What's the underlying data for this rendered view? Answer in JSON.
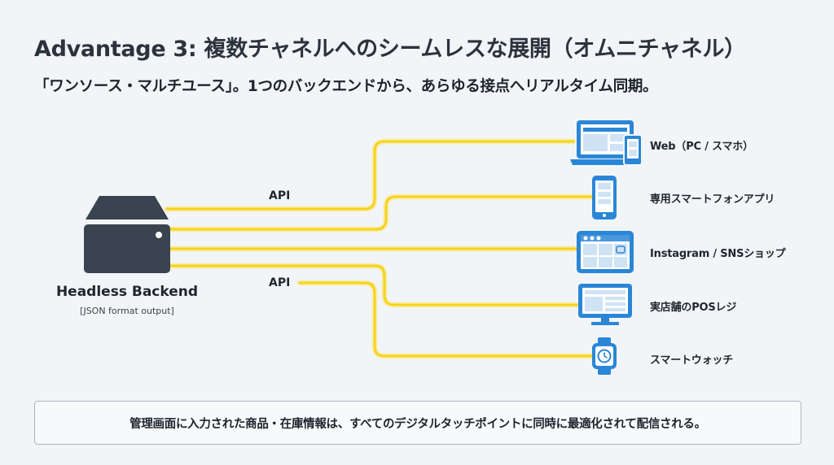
{
  "title": "Advantage 3: 複数チャネルへのシームレスな展開（オムニチャネル）",
  "subtitle": "「ワンソース・マルチユース」。1つのバックエンドから、あらゆる接点へリアルタイム同期。",
  "backend": {
    "label": "Headless Backend",
    "sublabel": "[JSON format output]",
    "icon": "server-icon"
  },
  "api_labels": [
    "API",
    "API"
  ],
  "channels": [
    {
      "label": "Web（PC / スマホ）",
      "icon": "laptop-phone-icon"
    },
    {
      "label": "専用スマートフォンアプリ",
      "icon": "smartphone-icon"
    },
    {
      "label": "Instagram / SNSショップ",
      "icon": "social-feed-tablet-icon"
    },
    {
      "label": "実店舗のPOSレジ",
      "icon": "pos-terminal-icon"
    },
    {
      "label": "スマートウォッチ",
      "icon": "smartwatch-icon"
    }
  ],
  "note": "管理画面に入力された商品・在庫情報は、すべてのデジタルタッチポイントに同時に最適化されて配信される。",
  "colors": {
    "connector": "#f7d21a",
    "connector_glow": "#fbe77a",
    "device_blue": "#2a86d6",
    "device_dark": "#3a4450",
    "background": "#f2f5f8"
  }
}
